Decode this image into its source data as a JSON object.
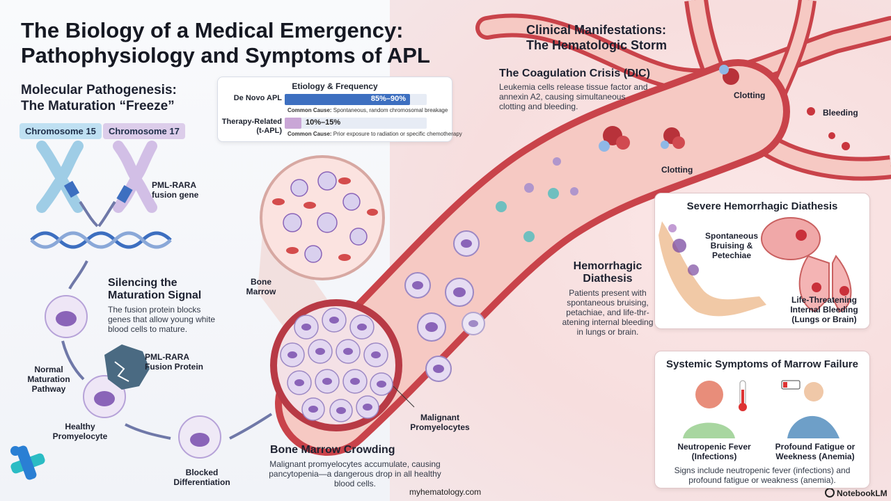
{
  "title_line1": "The Biology of a Medical Emergency:",
  "title_line2": "Pathophysiology and Symptoms of APL",
  "molecular": {
    "heading_line1": "Molecular Pathogenesis:",
    "heading_line2": "The Maturation “Freeze”",
    "chrom15": "Chromosome 15",
    "chrom17": "Chromosome 17",
    "fusion_gene_line1": "PML-RARA",
    "fusion_gene_line2": "fusion gene",
    "silencing_heading_line1": "Silencing the",
    "silencing_heading_line2": "Maturation Signal",
    "silencing_text_line1": "The fusion protein blocks",
    "silencing_text_line2": "genes that allow young white",
    "silencing_text_line3": "blood cells to mature.",
    "normal_line1": "Normal",
    "normal_line2": "Maturation",
    "normal_line3": "Pathway",
    "protein_line1": "PML-RARA",
    "protein_line2": "Fusion Protein",
    "healthy_line1": "Healthy",
    "healthy_line2": "Promyelocyte",
    "blocked_line1": "Blocked",
    "blocked_line2": "Differentiation"
  },
  "etiology": {
    "title": "Etiology & Frequency",
    "rows": [
      {
        "label_line1": "De Novo APL",
        "label_line2": "",
        "value_text": "85%–90%",
        "fill": 0.88,
        "cause_label": "Common Cause:",
        "cause_text": " Spontaneous, random chromosomal breakage",
        "color": "#3d6fc0"
      },
      {
        "label_line1": "Therapy-Related",
        "label_line2": "(t-APL)",
        "value_text": "10%–15%",
        "fill": 0.12,
        "cause_label": "Common Cause:",
        "cause_text": " Prior exposure to radiation or specific chemotherapy",
        "color": "#c9a6d6"
      }
    ]
  },
  "marrow": {
    "bone_marrow_line1": "Bone",
    "bone_marrow_line2": "Marrow",
    "crowding_heading": "Bone Marrow Crowding",
    "crowding_text_line1": "Malignant promyelocytes accumulate, causing",
    "crowding_text_line2": "pancytopenia—a dangerous drop in all healthy",
    "crowding_text_line3": "blood cells.",
    "malignant_line1": "Malignant",
    "malignant_line2": "Promyelocytes"
  },
  "clinical": {
    "heading_line1": "Clinical Manifestations:",
    "heading_line2": "The Hematologic Storm",
    "dic_heading": "The Coagulation Crisis (DIC)",
    "dic_text_line1": "Leukemia cells release tissue factor and",
    "dic_text_line2": "annexin A2, causing simultaneous",
    "dic_text_line3": "clotting and bleeding.",
    "clotting_top": "Clotting",
    "bleeding": "Bleeding",
    "clotting_mid": "Clotting",
    "hemo_heading_line1": "Hemorrhagic",
    "hemo_heading_line2": "Diathesis",
    "hemo_text_line1": "Patients present with",
    "hemo_text_line2": "spontaneous bruising,",
    "hemo_text_line3": "petachiae, and life-thr-",
    "hemo_text_line4": "atening internal bleeding",
    "hemo_text_line5": "in lungs or brain."
  },
  "hemorrhagic_card": {
    "title": "Severe Hemorrhagic Diathesis",
    "bruise_line1": "Spontaneous",
    "bruise_line2": "Bruising &",
    "bruise_line3": "Petechiae",
    "internal_line1": "Life-Threatening",
    "internal_line2": "Internal Bleeding",
    "internal_line3": "(Lungs or Brain)"
  },
  "systemic_card": {
    "title": "Systemic Symptoms of Marrow Failure",
    "fever_line1": "Neutropenic Fever",
    "fever_line2": "(Infections)",
    "fatigue_line1": "Profound Fatigue or",
    "fatigue_line2": "Weekness (Anemia)",
    "summary_line1": "Signs include neutropenic fever (infections) and",
    "summary_line2": "profound fatigue or weakness (anemia)."
  },
  "footer": {
    "site": "myhematology.com",
    "brand": "NotebookLM"
  },
  "colors": {
    "chrom15": "#bfe0f2",
    "chrom17": "#dccdea",
    "vessel": "#c9434a",
    "vessel_inner": "#f6c9c3",
    "cell": "#d8c8ec",
    "nucleus": "#8a64b8"
  }
}
